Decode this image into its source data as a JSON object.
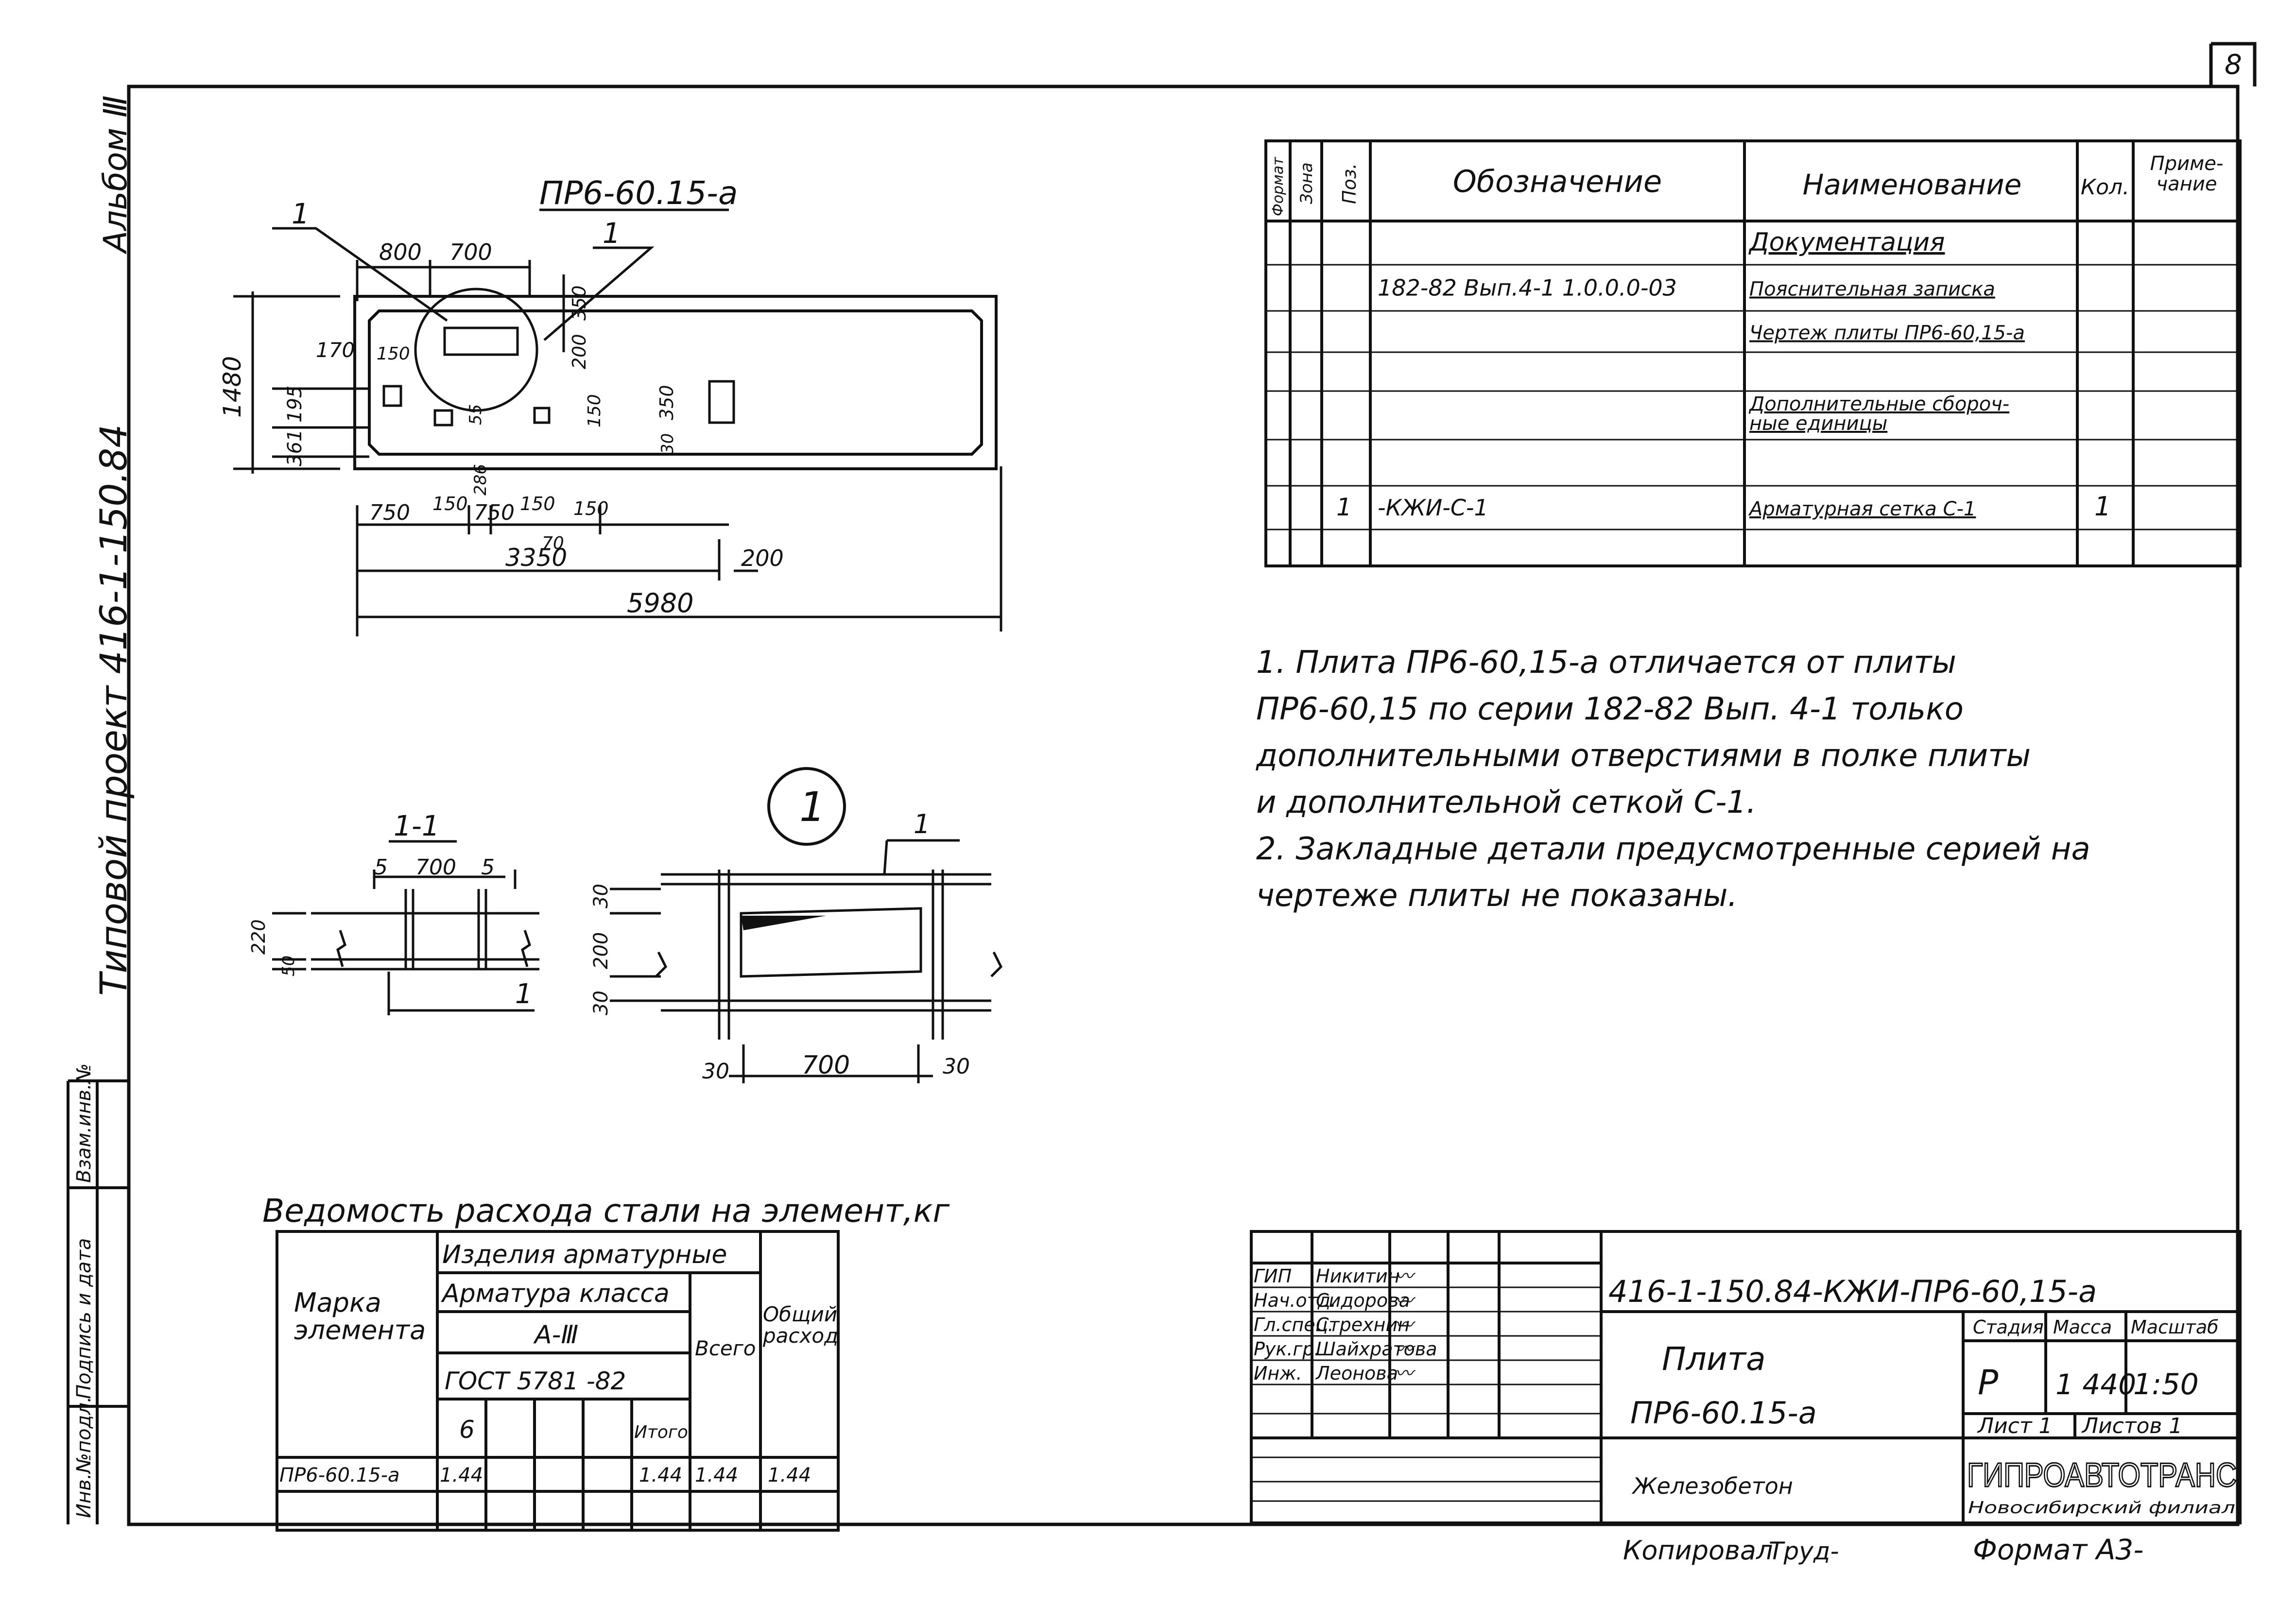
{
  "sheet_number": "8",
  "side_stamp": {
    "album": "Альбом Ⅲ",
    "project": "Типовой проект 416-1-150.84",
    "cells": [
      "Инв.№подл.",
      "Подпись и дата",
      "Взам.инв.№"
    ]
  },
  "main_view": {
    "title": "ПР6-60.15-а",
    "dims": {
      "top_800": "800",
      "top_700": "700",
      "top_350": "350",
      "top_200": "200",
      "left_170": "170",
      "left_150": "150",
      "h_1480": "1480",
      "h_195": "195",
      "h_361": "361",
      "mid_350": "350",
      "mid_30": "30",
      "mid_150": "150",
      "mid_55": "55",
      "mid_286": "286",
      "b_750a": "750",
      "b_150a": "150",
      "b_750b": "750",
      "b_150b": "150",
      "b_150c": "150",
      "b_70": "70",
      "b_3350": "3350",
      "b_200": "200",
      "b_5980": "5980"
    },
    "leader_label": "1"
  },
  "section_view": {
    "title": "1-1",
    "dims": {
      "d5a": "5",
      "d700": "700",
      "d5b": "5",
      "d220": "220",
      "d50": "50"
    },
    "leader_label": "1"
  },
  "detail_view": {
    "marker": "1",
    "leader_label": "1",
    "dims": {
      "d30top": "30",
      "d200": "200",
      "d30bot": "30",
      "d30l": "30",
      "d700": "700",
      "d30r": "30"
    }
  },
  "spec_table": {
    "headers": [
      "Формат",
      "Зона",
      "Поз.",
      "Обозначение",
      "Наименование",
      "Кол.",
      "Приме-\nчание"
    ],
    "rows": [
      {
        "pos": "",
        "designation": "",
        "name": "Документация",
        "qty": "",
        "heading": true
      },
      {
        "pos": "",
        "designation": "182-82 Вып.4-1 1.0.0.0-03",
        "name": "Пояснительная записка",
        "qty": ""
      },
      {
        "pos": "",
        "designation": "",
        "name": "Чертеж плиты ПР6-60,15-а",
        "qty": ""
      },
      {
        "pos": "",
        "designation": "",
        "name": "",
        "qty": ""
      },
      {
        "pos": "",
        "designation": "",
        "name": "Дополнительные сбороч-\nные единицы",
        "qty": "",
        "heading": true
      },
      {
        "pos": "",
        "designation": "",
        "name": "",
        "qty": ""
      },
      {
        "pos": "1",
        "designation": "-КЖИ-С-1",
        "name": "Арматурная сетка С-1",
        "qty": "1"
      },
      {
        "pos": "",
        "designation": "",
        "name": "",
        "qty": ""
      }
    ]
  },
  "notes": [
    "1. Плита ПР6-60,15-а отличается от плиты",
    "ПР6-60,15 по серии 182-82 Вып. 4-1 только",
    "дополнительными отверстиями в полке плиты",
    "и дополнительной сеткой С-1.",
    "2. Закладные детали предусмотренные серией на",
    "чертеже плиты не показаны."
  ],
  "steel_table": {
    "title": "Ведомость расхода стали на элемент,кг",
    "h_mark": "Марка\nэлемента",
    "h_products": "Изделия арматурные",
    "h_class": "Арматура класса",
    "h_grade": "А-Ⅲ",
    "h_gost": "ГОСТ 5781 -82",
    "h_total": "Всего",
    "h_overall": "Общий\nрасход",
    "h_6": "6",
    "h_itogo": "Итого",
    "row": {
      "mark": "ПР6-60.15-а",
      "v6": "1.44",
      "itogo": "1.44",
      "total": "1.44",
      "overall": "1.44"
    }
  },
  "title_block": {
    "people": [
      {
        "role": "ГИП",
        "name": "Никитин",
        "sign": "〰"
      },
      {
        "role": "Нач.отд.",
        "name": "Сидорова",
        "sign": "〰"
      },
      {
        "role": "Гл.спец.",
        "name": "Стрехнин",
        "sign": "〰"
      },
      {
        "role": "Рук.гр.",
        "name": "Шайхратова",
        "sign": "〰"
      },
      {
        "role": "Инж.",
        "name": "Леонова",
        "sign": "〰"
      }
    ],
    "code": "416-1-150.84-КЖИ-ПР6-60,15-а",
    "name_line1": "Плита",
    "name_line2": "ПР6-60.15-а",
    "material": "Железобетон",
    "h_stage": "Стадия",
    "h_mass": "Масса",
    "h_scale": "Масштаб",
    "stage": "Р",
    "mass": "1 440",
    "scale": "1:50",
    "sheet_label": "Лист 1",
    "sheets_label": "Листов 1",
    "org": "ГИПРОАВТОТРАНС",
    "org_sub": "Новосибирский филиал"
  },
  "bottom": {
    "copied": "Копировал",
    "copied_sign": "Труд-",
    "format": "Формат А3-"
  }
}
